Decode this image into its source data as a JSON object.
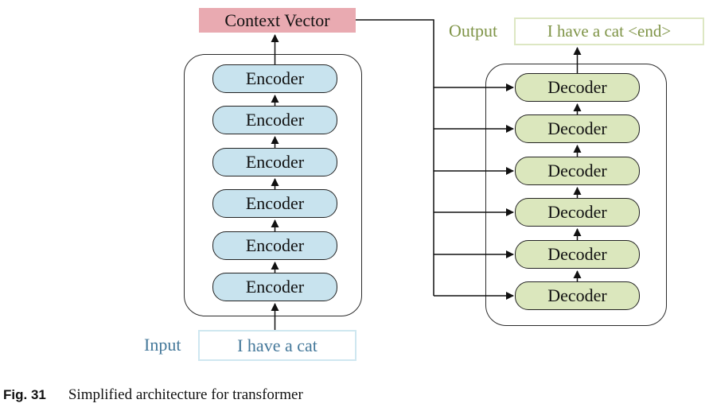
{
  "figure": {
    "context_vector": {
      "label": "Context Vector",
      "fill": "#e9aab1"
    },
    "encoder_stack": {
      "block_label": "Encoder",
      "count": 6,
      "fill": "#c8e3ee"
    },
    "decoder_stack": {
      "block_label": "Decoder",
      "count": 6,
      "fill": "#dbe7bd"
    },
    "input": {
      "label": "Input",
      "value": "I have a cat",
      "text_color": "#44789a"
    },
    "output": {
      "label": "Output",
      "value": "I have a cat <end>",
      "text_color": "#7f9447"
    },
    "line_color": "#111111"
  },
  "caption": {
    "label": "Fig. 31",
    "text": "Simplified architecture for transformer"
  }
}
